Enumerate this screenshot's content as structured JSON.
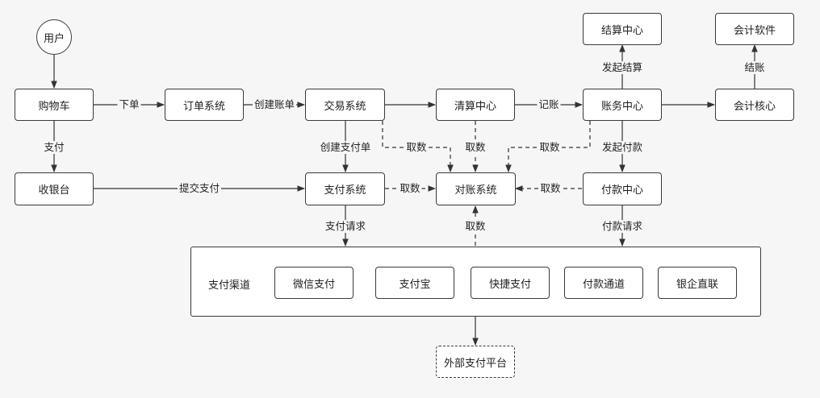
{
  "nodes": {
    "user": "用户",
    "cart": "购物车",
    "order": "订单系统",
    "trade": "交易系统",
    "clearing": "清算中心",
    "accounting": "账务中心",
    "acct_core": "会计核心",
    "settlement": "结算中心",
    "acct_software": "会计软件",
    "cashier": "收银台",
    "payment": "支付系统",
    "reconcile": "对账系统",
    "payout": "付款中心",
    "external": "外部支付平台"
  },
  "channels": {
    "title": "支付渠道",
    "items": [
      "微信支付",
      "支付宝",
      "快捷支付",
      "付款通道",
      "银企直联"
    ]
  },
  "edges": {
    "cart_order": "下单",
    "order_trade": "创建账单",
    "clearing_accounting": "记账",
    "accounting_settlement": "发起结算",
    "acctcore_software": "结账",
    "cart_cashier": "支付",
    "trade_payment": "创建支付单",
    "accounting_payout": "发起付款",
    "cashier_payment": "提交支付",
    "payment_channels": "支付请求",
    "payout_channels": "付款请求",
    "trade_reconcile": "取数",
    "clearing_reconcile": "取数",
    "accounting_reconcile": "取数",
    "payment_reconcile": "取数",
    "payout_reconcile": "取数",
    "channels_reconcile": "取数"
  }
}
